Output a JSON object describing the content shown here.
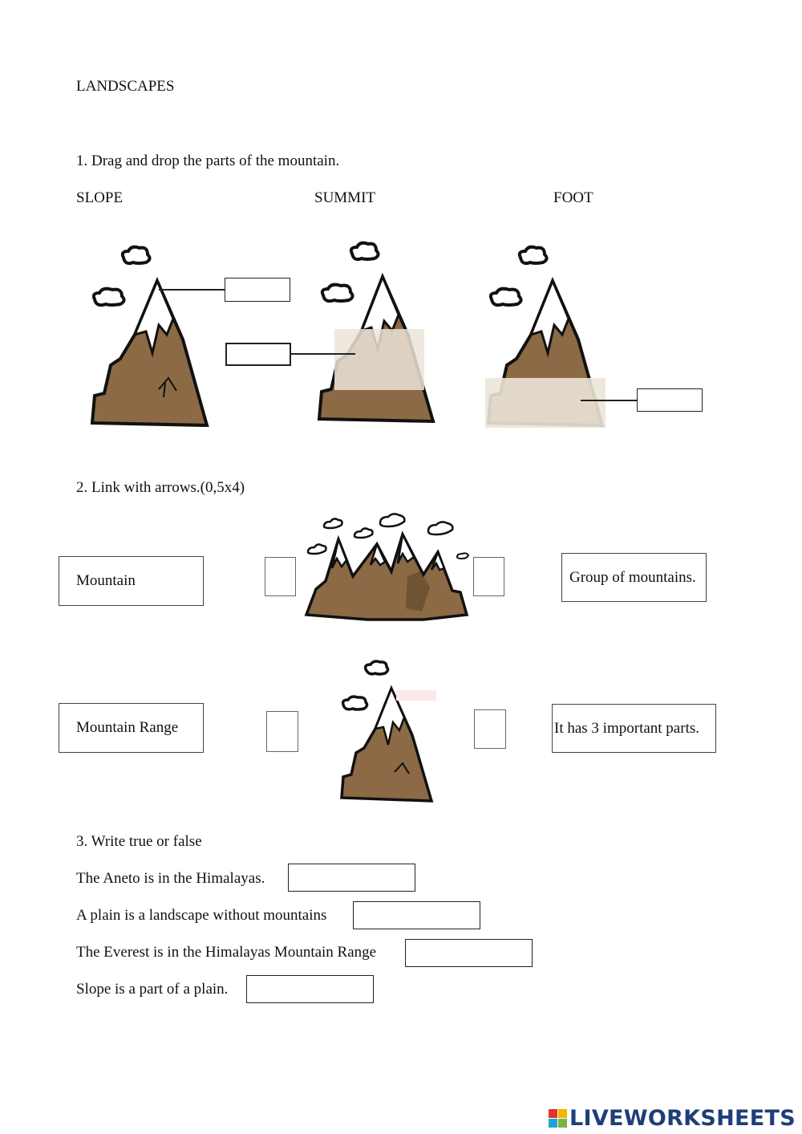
{
  "title": "LANDSCAPES",
  "section1": {
    "heading": "1. Drag and drop the parts of the mountain.",
    "word_bank": [
      "SLOPE",
      "SUMMIT",
      "FOOT"
    ]
  },
  "section2": {
    "heading": "2. Link with arrows.(0,5x4)",
    "left_items": [
      "Mountain",
      "Mountain Range"
    ],
    "right_items": [
      "Group of mountains.",
      "It has 3 important parts."
    ]
  },
  "section3": {
    "heading": "3. Write true or false",
    "statements": [
      "The Aneto is in the Himalayas.",
      "A plain is a landscape without mountains",
      "The Everest is in the Himalayas Mountain Range",
      "Slope is a part of a plain."
    ]
  },
  "footer": {
    "brand": "LIVEWORKSHEETS"
  },
  "colors": {
    "mountain": "#8b6a45",
    "snow": "#ffffff",
    "outline": "#111111",
    "brand": "#1f3e79"
  }
}
